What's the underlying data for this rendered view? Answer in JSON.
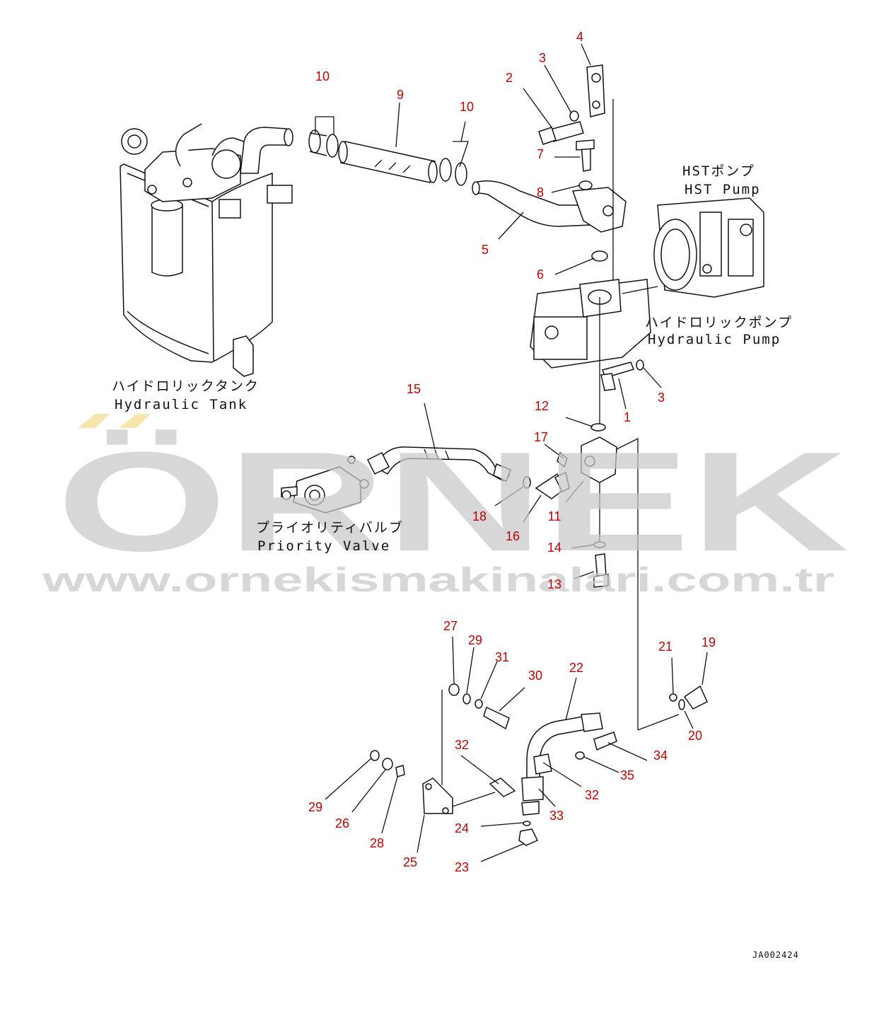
{
  "diagram_code": "JA002424",
  "watermark": {
    "brand": "ÖRNEK",
    "url": "www.ornekismakinalari.com.tr",
    "accent_color": "#f5e3a5",
    "text_color": "#c8c8cc"
  },
  "labels": {
    "hst_pump_jp": "HSTポンプ",
    "hst_pump_en": "HST Pump",
    "hydraulic_pump_jp": "ハイドロリックポンプ",
    "hydraulic_pump_en": "Hydraulic Pump",
    "hydraulic_tank_jp": "ハイドロリックタンク",
    "hydraulic_tank_en": "Hydraulic Tank",
    "priority_valve_jp": "プライオリティバルブ",
    "priority_valve_en": "Priority Valve"
  },
  "callouts": [
    "1",
    "2",
    "3",
    "3",
    "4",
    "5",
    "6",
    "7",
    "8",
    "9",
    "10",
    "10",
    "11",
    "12",
    "13",
    "14",
    "15",
    "16",
    "17",
    "18",
    "19",
    "20",
    "21",
    "22",
    "23",
    "24",
    "25",
    "26",
    "27",
    "28",
    "29",
    "29",
    "30",
    "31",
    "32",
    "32",
    "33",
    "34",
    "35"
  ],
  "callout_color": "#c00000"
}
